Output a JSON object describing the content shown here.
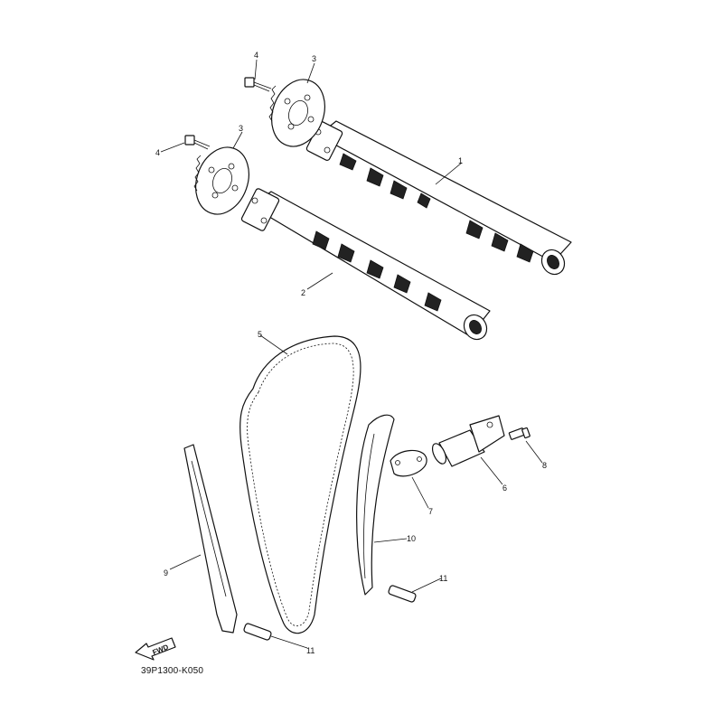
{
  "diagram": {
    "reference_code": "39P1300-K050",
    "direction_label": "FWD",
    "callouts": [
      {
        "key": "c1",
        "label": "1"
      },
      {
        "key": "c2",
        "label": "2"
      },
      {
        "key": "c3a",
        "label": "3"
      },
      {
        "key": "c3b",
        "label": "3"
      },
      {
        "key": "c4a",
        "label": "4"
      },
      {
        "key": "c4b",
        "label": "4"
      },
      {
        "key": "c5",
        "label": "5"
      },
      {
        "key": "c6",
        "label": "6"
      },
      {
        "key": "c7",
        "label": "7"
      },
      {
        "key": "c8",
        "label": "8"
      },
      {
        "key": "c9",
        "label": "9"
      },
      {
        "key": "c10",
        "label": "10"
      },
      {
        "key": "c11a",
        "label": "11"
      },
      {
        "key": "c11b",
        "label": "11"
      }
    ]
  }
}
